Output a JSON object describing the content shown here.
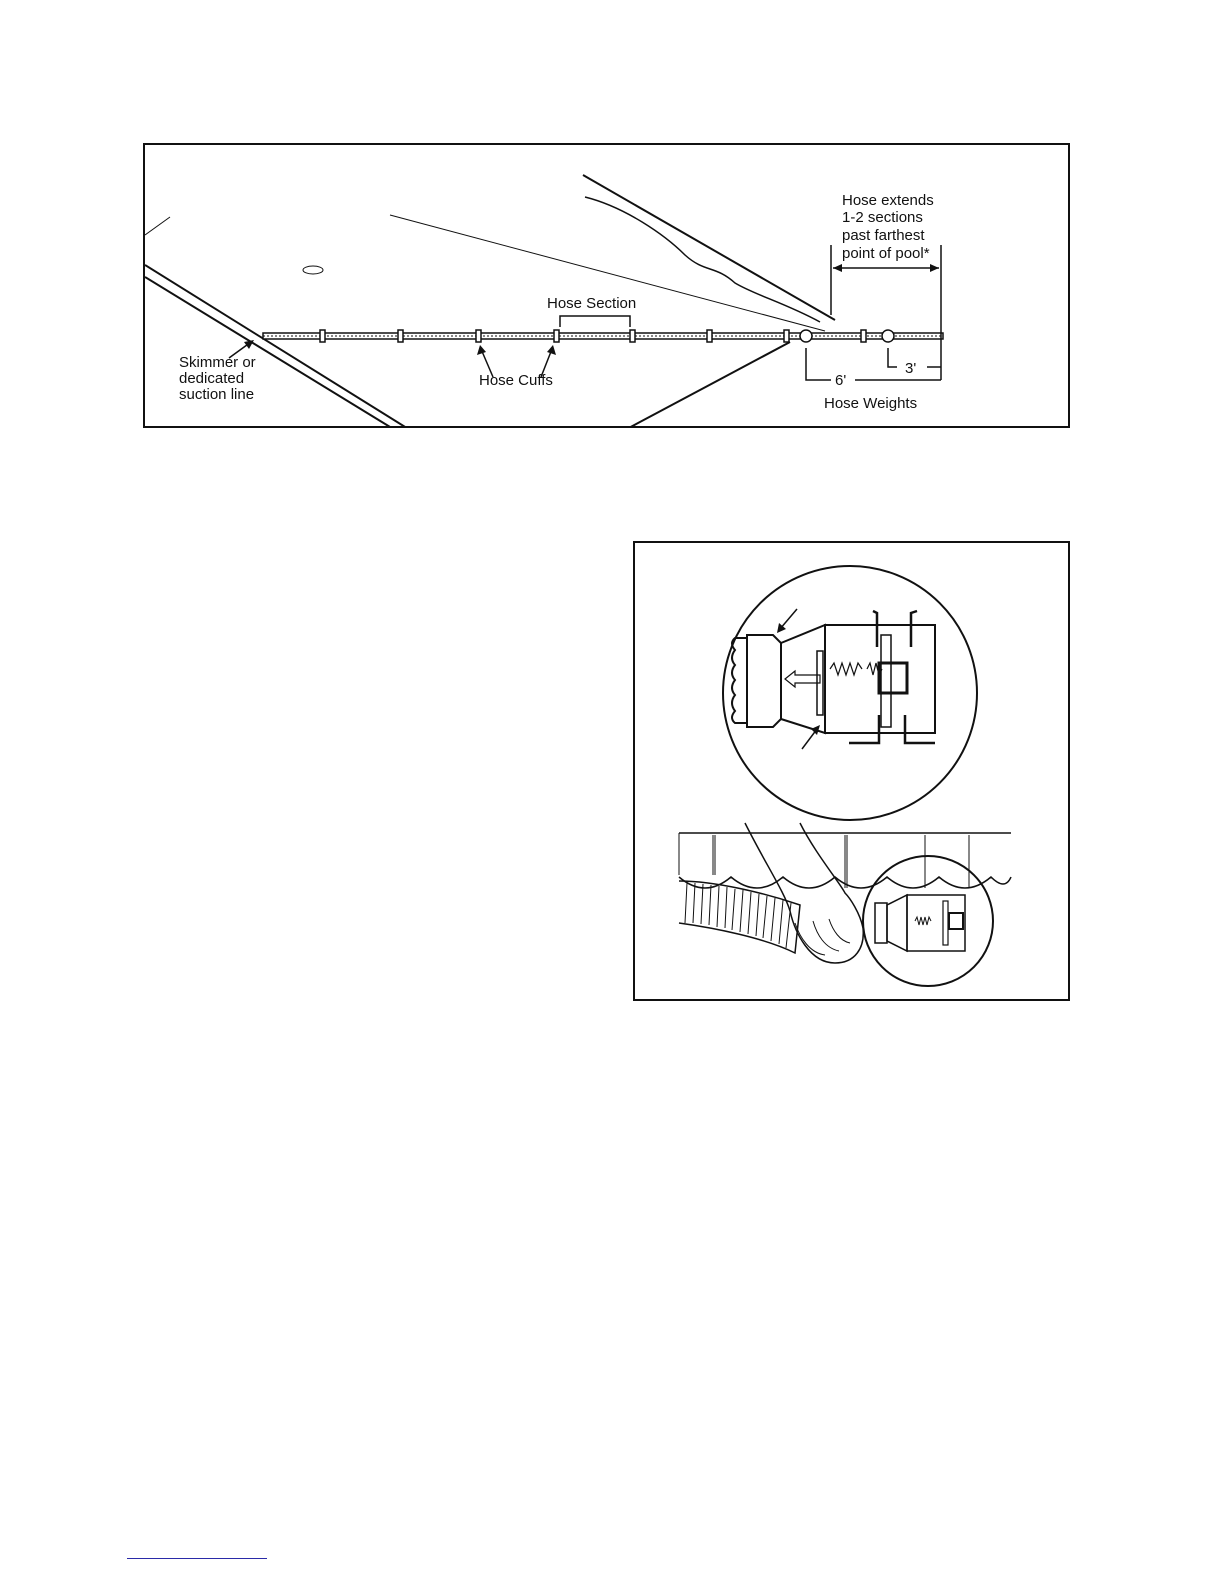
{
  "figure_hose_layout": {
    "labels": {
      "hose_extends": [
        "Hose extends",
        "1-2 sections",
        "past farthest",
        "point of pool*"
      ],
      "hose_section": "Hose Section",
      "hose_cuffs": "Hose Cuffs",
      "skimmer": [
        "Skimmer or",
        "dedicated",
        "suction line"
      ],
      "dist_3ft": "3'",
      "dist_6ft": "6'",
      "hose_weights": "Hose Weights"
    }
  },
  "figure_hose_connection": {
    "labels": []
  },
  "colors": {
    "line": "#111111",
    "footer_rule": "#2a2aa8"
  }
}
